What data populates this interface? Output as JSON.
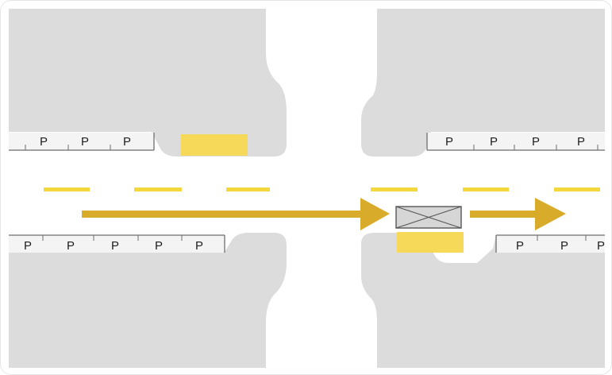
{
  "colors": {
    "block": "#dcdcdc",
    "road": "#ffffff",
    "lane_marking": "#f4d73c",
    "arrow": "#d9ab2a",
    "parking_strip_bg": "#f4f4f4",
    "parking_strip_border": "#6e6e6e",
    "loading_zone": "#f7d95a",
    "vehicle_fill": "#d6d6d6",
    "vehicle_stroke": "#555555"
  },
  "parking": {
    "label": "P",
    "top_left_count": 3,
    "top_right_count": 4,
    "bottom_left_count": 5,
    "bottom_right_count": 3
  },
  "icons": {
    "flow_arrow": "arrow-right-icon",
    "vehicle": "stopped-vehicle-icon",
    "loading_zone": "loading-zone-marker"
  }
}
